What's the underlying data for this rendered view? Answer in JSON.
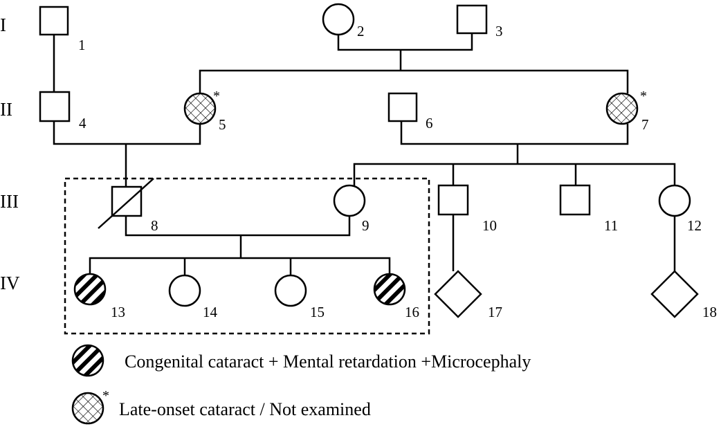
{
  "generations": [
    "I",
    "II",
    "III",
    "IV"
  ],
  "individuals": {
    "i1": "1",
    "i2": "2",
    "i3": "3",
    "i4": "4",
    "i5": "5",
    "i6": "6",
    "i7": "7",
    "i8": "8",
    "i9": "9",
    "i10": "10",
    "i11": "11",
    "i12": "12",
    "i13": "13",
    "i14": "14",
    "i15": "15",
    "i16": "16",
    "i17": "17",
    "i18": "18"
  },
  "marker": "*",
  "legend": {
    "affected": "Congenital cataract + Mental retardation +Microcephaly",
    "late_onset": "Late-onset cataract / Not examined"
  },
  "colors": {
    "line": "#000000",
    "background": "#ffffff"
  }
}
